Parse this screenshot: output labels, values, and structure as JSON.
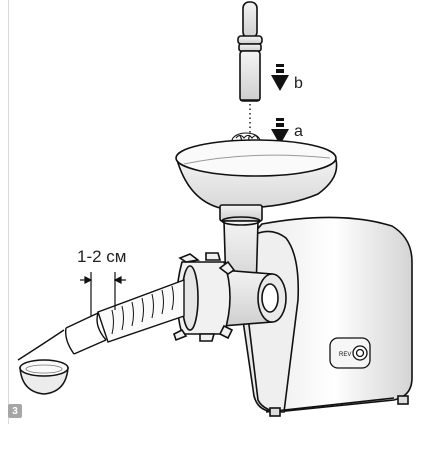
{
  "figure": {
    "step_number": "3",
    "labels": {
      "arrow_b": "b",
      "arrow_a": "a",
      "measurement": "1-2 см"
    },
    "appliance_panel": {
      "reverse_text": "REV"
    }
  }
}
